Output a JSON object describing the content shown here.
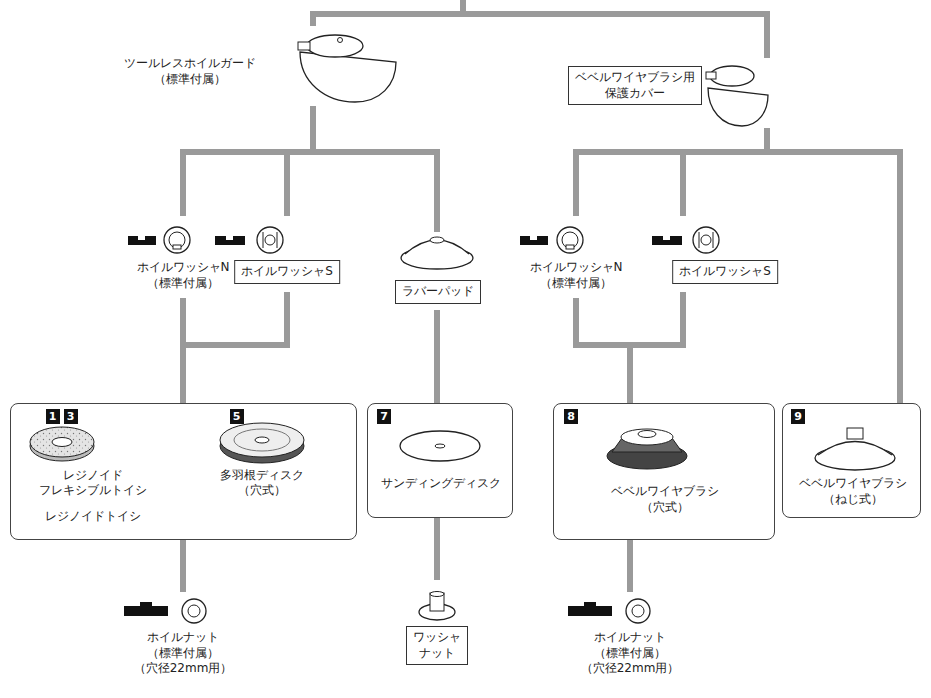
{
  "diagram": {
    "nodes": [
      {
        "text": [
          "ツールレスホイルガード （標準付属）"
        ]
      },
      {
        "text": [
          "ベベルワイヤブラシ用 保護カバー"
        ]
      },
      {
        "text": [
          "ホイルワッシャN （標準付属）"
        ]
      },
      {
        "text": [
          "ホイルワッシャS"
        ]
      },
      {
        "text": [
          "ラバーパッド"
        ]
      },
      {
        "text": [
          "ホイルワッシャN （標準付属）"
        ]
      },
      {
        "text": [
          "ホイルワッシャS"
        ]
      },
      {
        "text": []
      },
      {
        "text": [
          "1",
          "3",
          "レジノイド フレキシブルトイシ",
          "レジノイドトイシ"
        ],
        "in": 7
      },
      {
        "text": [
          "5",
          "多羽根ディスク （穴式）"
        ],
        "in": 7
      },
      {
        "text": [
          "7",
          "サンディングディスク"
        ]
      },
      {
        "text": [
          "8",
          "ベベルワイヤブラシ （穴式）"
        ]
      },
      {
        "text": [
          "9",
          "ベベルワイヤブラシ （ねじ式）"
        ]
      },
      {
        "text": [
          "ホイルナット （標準付属） （穴径22mm用）"
        ]
      },
      {
        "text": [
          "ワッシャ ナット"
        ]
      },
      {
        "text": [
          "ホイルナット （標準付属） （穴径22mm用）"
        ]
      }
    ],
    "edges": [
      {
        "from": 0,
        "to": 2,
        "arrow": "none"
      },
      {
        "from": 0,
        "to": 3,
        "arrow": "none"
      },
      {
        "from": 0,
        "to": 4,
        "arrow": "none"
      },
      {
        "from": 1,
        "to": 5,
        "arrow": "none"
      },
      {
        "from": 1,
        "to": 6,
        "arrow": "none"
      },
      {
        "from": 1,
        "to": 12,
        "arrow": "none"
      },
      {
        "from": 2,
        "to": 7,
        "arrow": "none"
      },
      {
        "from": 3,
        "to": 7,
        "arrow": "none"
      },
      {
        "from": 4,
        "to": 10,
        "arrow": "none"
      },
      {
        "from": 5,
        "to": 11,
        "arrow": "none"
      },
      {
        "from": 6,
        "to": 11,
        "arrow": "none"
      },
      {
        "from": 7,
        "to": 13,
        "arrow": "none"
      },
      {
        "from": 10,
        "to": 14,
        "arrow": "none"
      },
      {
        "from": 11,
        "to": 15,
        "arrow": "none"
      }
    ]
  }
}
